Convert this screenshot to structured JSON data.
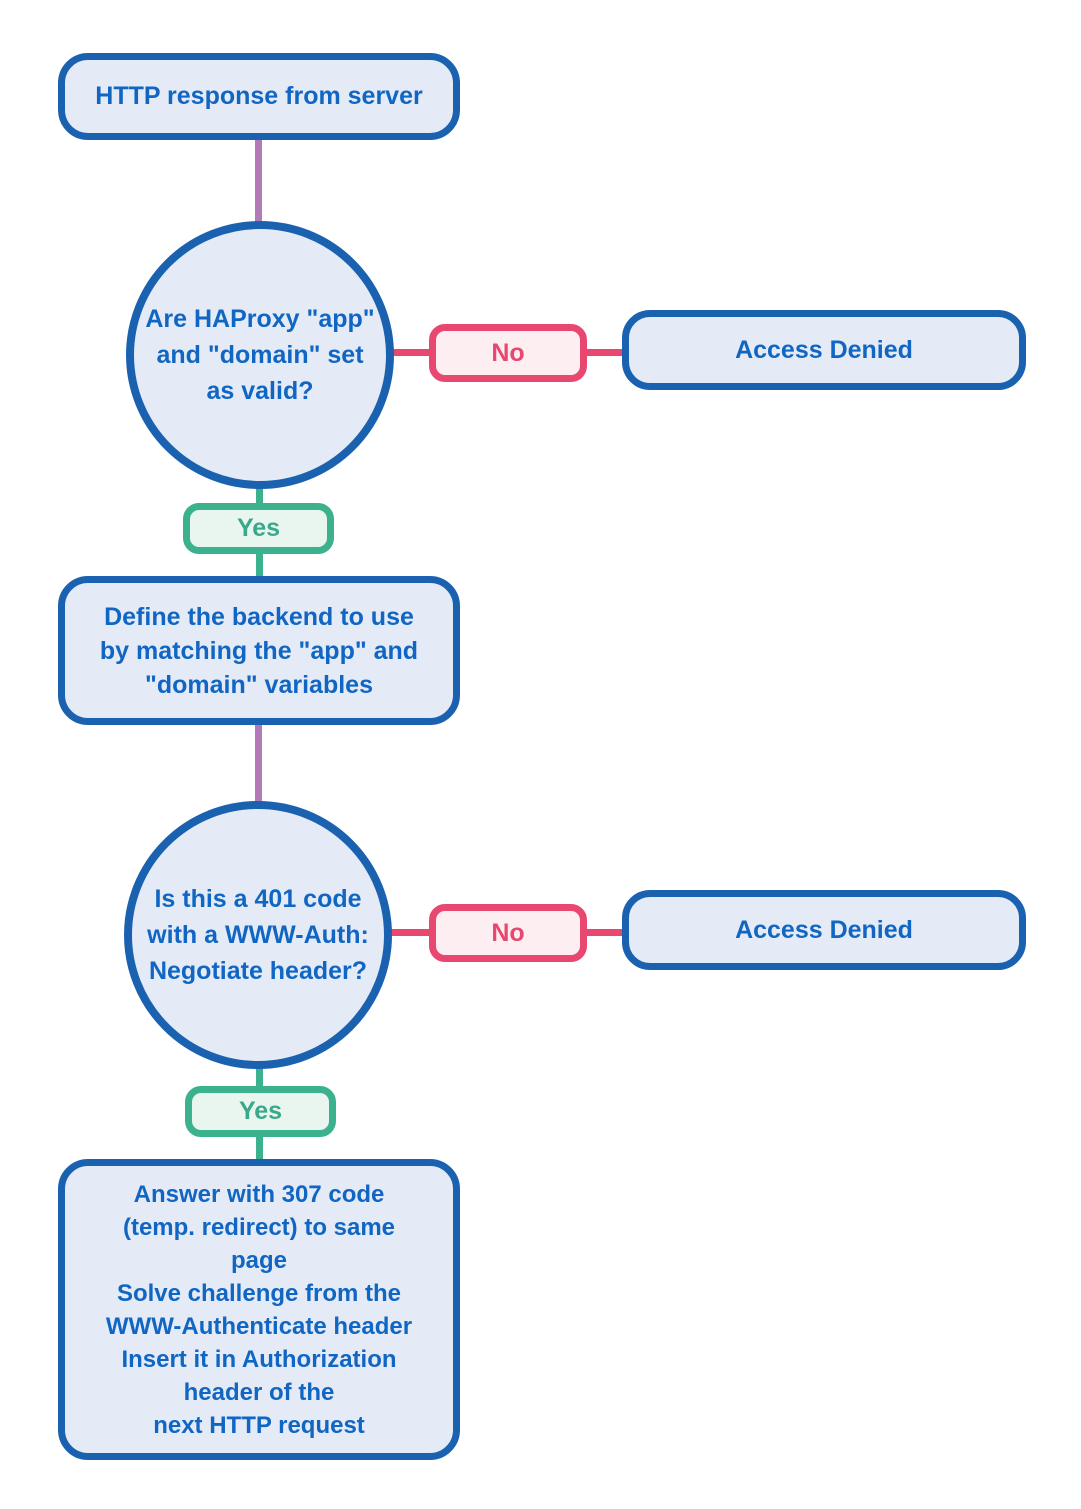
{
  "diagram": {
    "nodes": {
      "start": {
        "label": "HTTP response from server"
      },
      "decision_app_domain": {
        "lines": [
          "Are HAProxy \"app\"",
          "and \"domain\" set",
          "as valid?"
        ]
      },
      "no_1": {
        "label": "No"
      },
      "access_denied_1": {
        "label": "Access Denied"
      },
      "yes_1": {
        "label": "Yes"
      },
      "define_backend": {
        "lines": [
          "Define the backend to use",
          "by matching the \"app\" and",
          "\"domain\" variables"
        ]
      },
      "decision_401": {
        "lines": [
          "Is this a 401 code",
          "with a WWW-Auth:",
          "Negotiate header?"
        ]
      },
      "no_2": {
        "label": "No"
      },
      "access_denied_2": {
        "label": "Access Denied"
      },
      "yes_2": {
        "label": "Yes"
      },
      "answer_307": {
        "lines": [
          "Answer with 307 code",
          "(temp. redirect) to same",
          "page",
          "Solve challenge from the",
          "WWW-Authenticate header",
          "Insert it in Authorization",
          "header of the",
          "next HTTP request"
        ]
      }
    },
    "colors": {
      "node_border_blue": "#1a62b0",
      "node_fill_blue": "#e4ebf7",
      "node_text_blue": "#1066c2",
      "no_border_pink": "#e8486f",
      "no_fill_pink": "#fdeef2",
      "yes_border_green": "#3cb18d",
      "yes_fill_green": "#e9f5ef",
      "yes_text_green": "#3aa98a",
      "connector_purple": "#b27ab8"
    }
  }
}
